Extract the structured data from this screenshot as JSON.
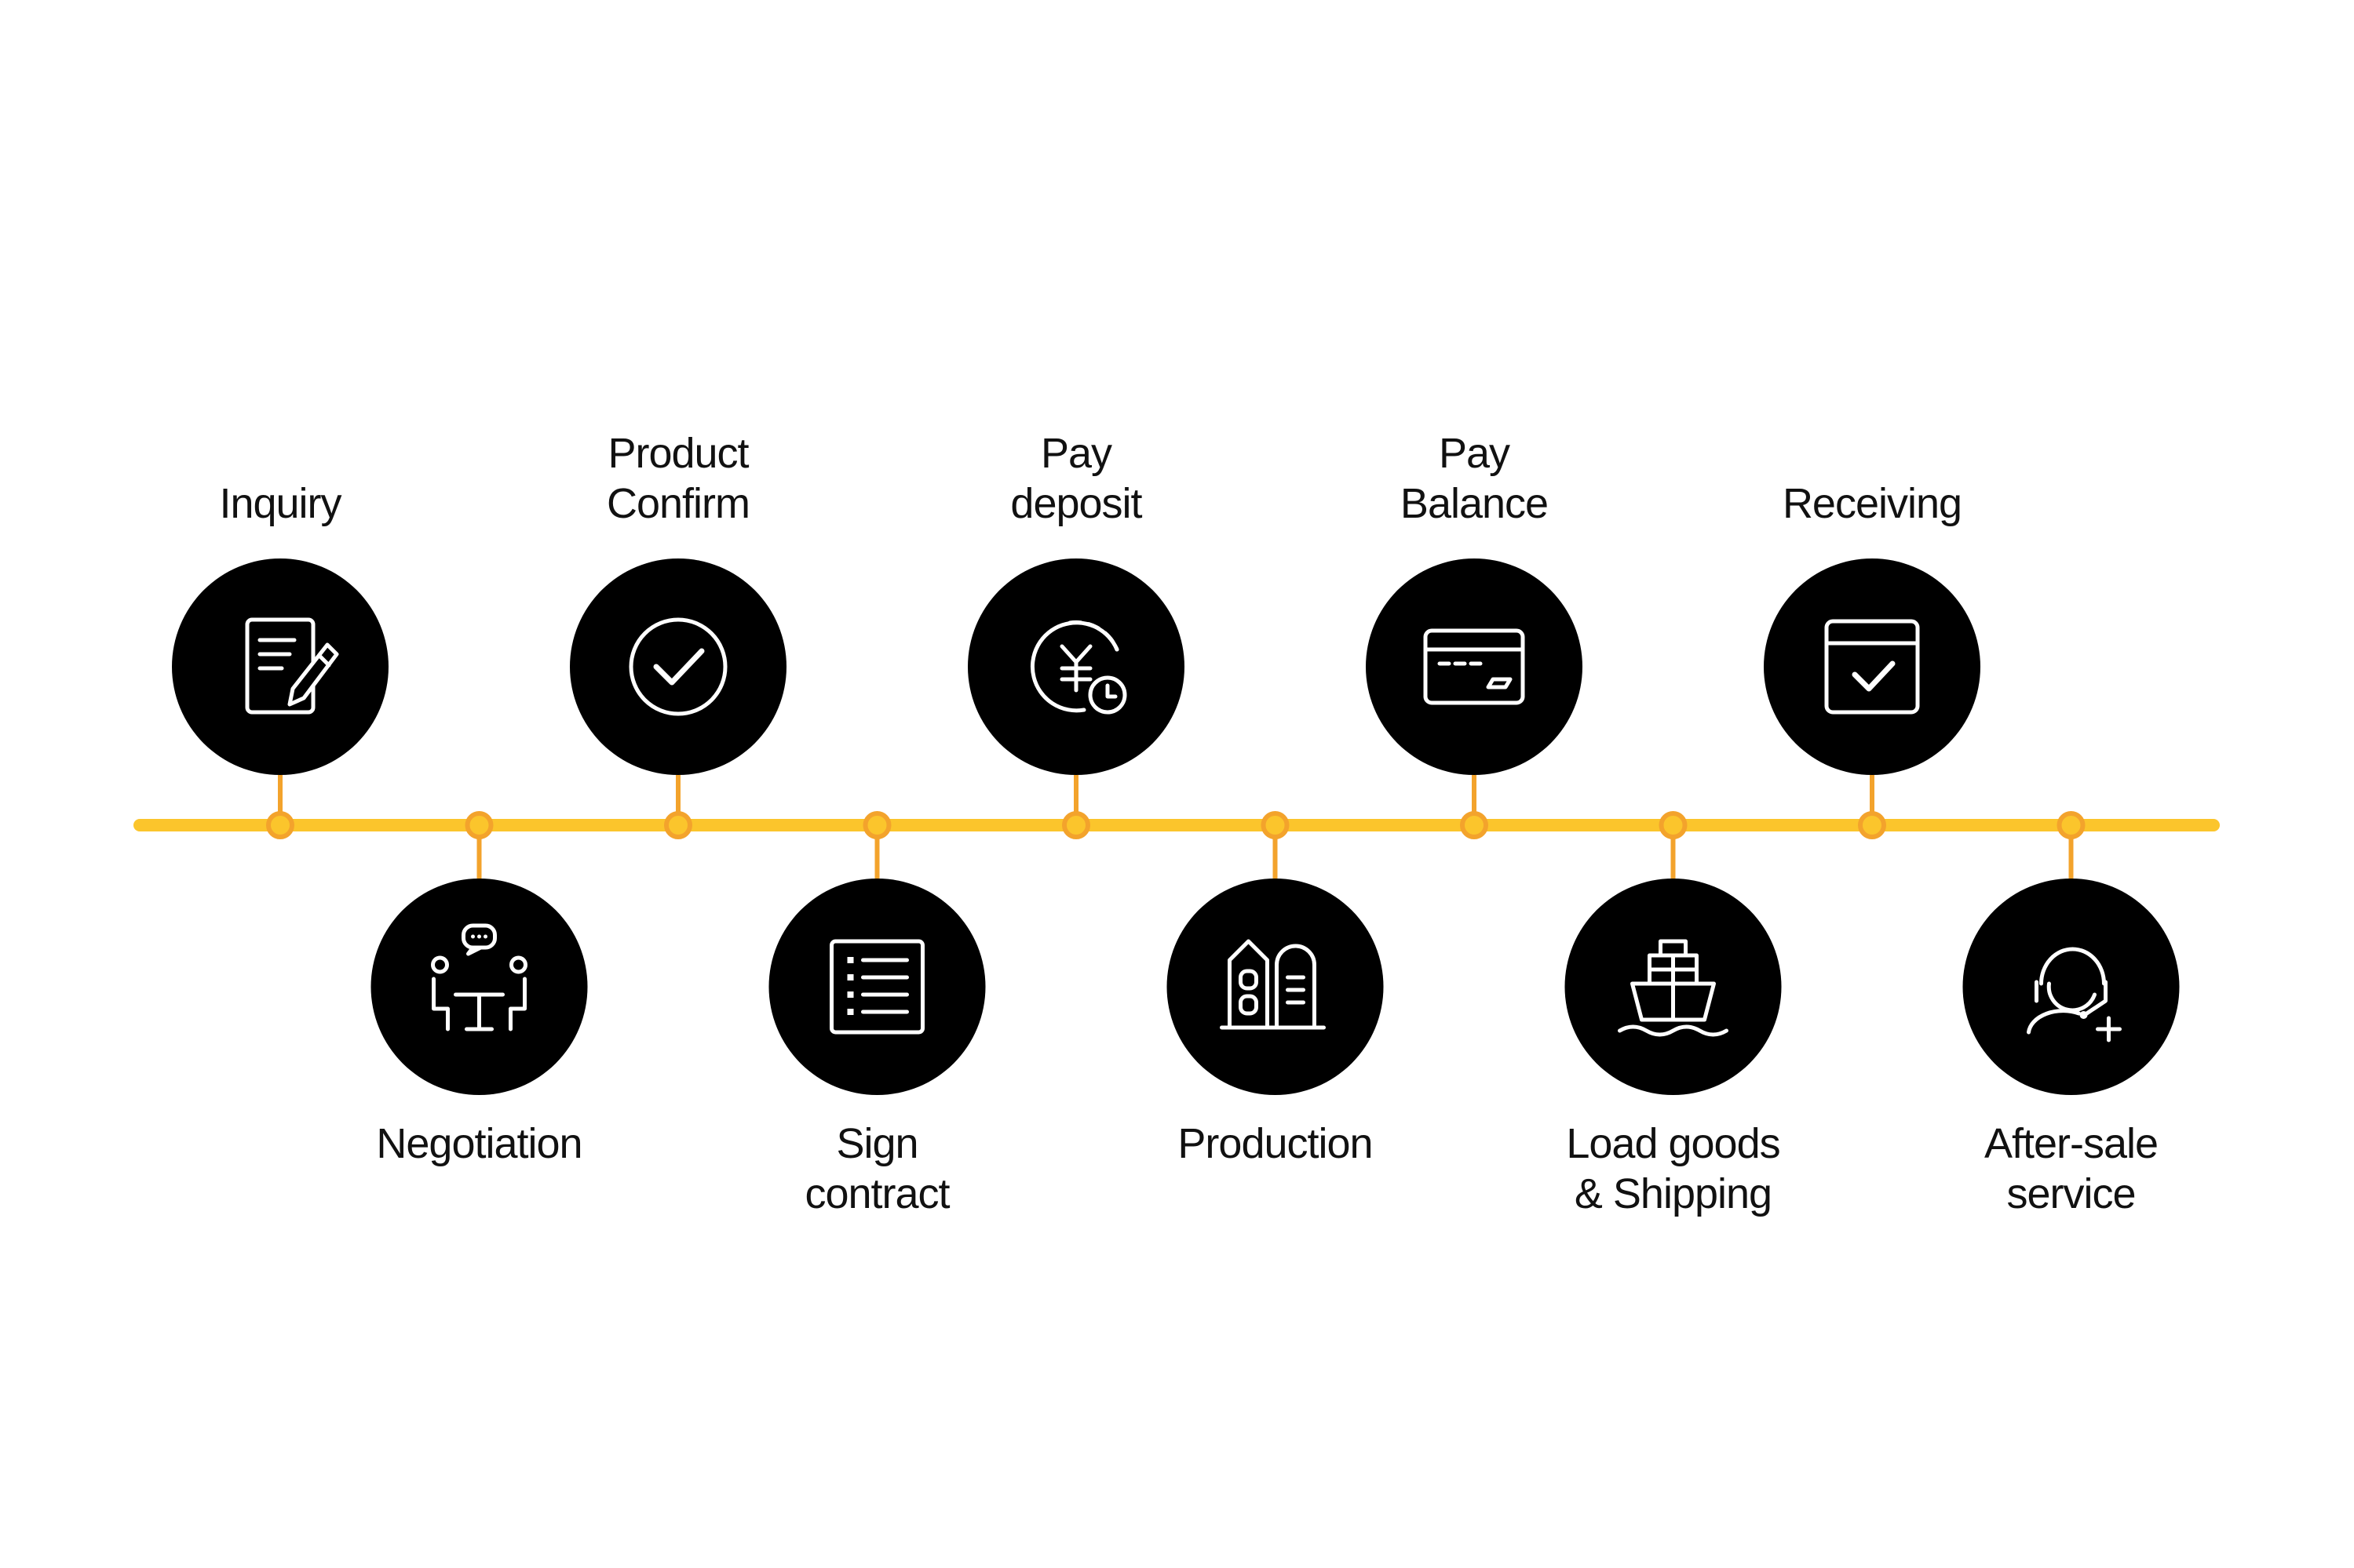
{
  "colors": {
    "line": "#FBC52C",
    "connector": "#F3A32C",
    "node_fill": "#FBC52C",
    "node_stroke": "#F3A32C",
    "circle": "#000000",
    "icon": "#ffffff",
    "text": "#111111"
  },
  "steps": [
    {
      "label": "Inquiry",
      "icon": "document-pen-icon",
      "position": "above"
    },
    {
      "label": "Negotiation",
      "icon": "meeting-table-icon",
      "position": "below"
    },
    {
      "label": "Product\nConfirm",
      "icon": "check-circle-icon",
      "position": "above"
    },
    {
      "label": "Sign\ncontract",
      "icon": "list-document-icon",
      "position": "below"
    },
    {
      "label": "Pay\ndeposit",
      "icon": "yen-clock-icon",
      "position": "above"
    },
    {
      "label": "Production",
      "icon": "factory-buildings-icon",
      "position": "below"
    },
    {
      "label": "Pay\nBalance",
      "icon": "credit-card-icon",
      "position": "above"
    },
    {
      "label": "Load goods\n& Shipping",
      "icon": "ship-icon",
      "position": "below"
    },
    {
      "label": "Receiving",
      "icon": "box-check-icon",
      "position": "above"
    },
    {
      "label": "After-sale\nservice",
      "icon": "headset-support-icon",
      "position": "below"
    }
  ]
}
